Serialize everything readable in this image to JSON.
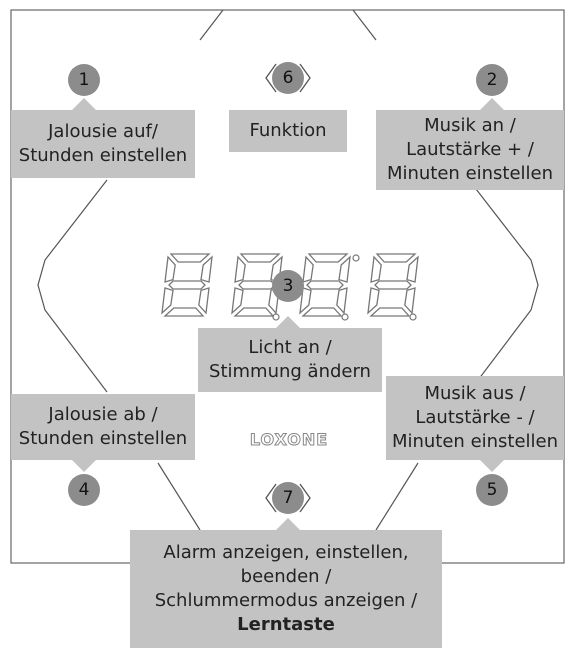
{
  "callouts": {
    "c1": {
      "badge": "1",
      "line1": "Jalousie auf/",
      "line2": "Stunden einstellen"
    },
    "c2": {
      "badge": "2",
      "line1": "Musik an /",
      "line2": "Lautstärke + /",
      "line3": "Minuten einstellen"
    },
    "c3": {
      "badge": "3",
      "line1": "Licht an /",
      "line2": "Stimmung ändern"
    },
    "c4": {
      "badge": "4",
      "line1": "Jalousie ab /",
      "line2": "Stunden einstellen"
    },
    "c5": {
      "badge": "5",
      "line1": "Musik aus /",
      "line2": "Lautstärke - /",
      "line3": "Minuten einstellen"
    },
    "c6": {
      "badge": "6",
      "line1": "Funktion"
    },
    "c7": {
      "badge": "7",
      "line1": "Alarm anzeigen, einstellen,",
      "line2": "beenden /",
      "line3": "Schlummermodus anzeigen /",
      "line4": "Lerntaste"
    }
  },
  "logo": "LOXONE",
  "colors": {
    "callout_bg": "#c3c3c3",
    "badge_bg": "#8c8c8c",
    "outline": "#555555",
    "segment": "#777777"
  }
}
